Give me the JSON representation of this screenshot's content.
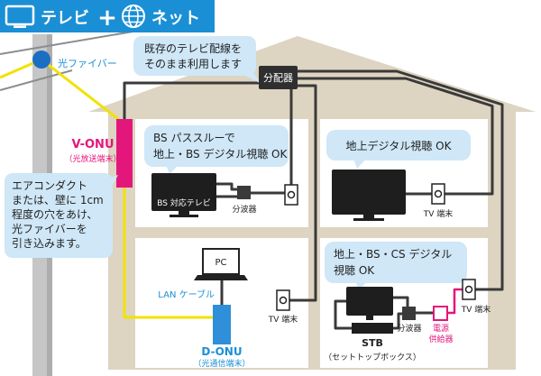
{
  "banner": {
    "tv": "テレビ",
    "plus": "+",
    "net": "ネット"
  },
  "fiber_label": "光ファイバー",
  "callout_existing": [
    "既存のテレビ配線を",
    "そのまま利用します"
  ],
  "distributor": "分配器",
  "v_onu": {
    "name": "V-ONU",
    "desc": "（光放送端末）"
  },
  "callout_duct": [
    "エアコンダクト",
    "または、壁に 1cm",
    "程度の穴をあけ、",
    "光ファイバーを",
    "引き込みます。"
  ],
  "rooms": {
    "top_left": {
      "callout": [
        "BS パススルーで",
        "地上・BS デジタル視聴 OK"
      ],
      "tv_label": "BS 対応テレビ",
      "splitter_label": "分波器"
    },
    "top_right": {
      "callout": [
        "地上デジタル視聴 OK"
      ],
      "terminal_label": "TV 端末"
    },
    "bottom_left": {
      "pc_label": "PC",
      "lan_label": "LAN ケーブル",
      "d_onu": {
        "name": "D-ONU",
        "desc": "（光通信端末）"
      },
      "terminal_label": "TV 端末"
    },
    "bottom_right": {
      "callout": [
        "地上・BS・CS デジタル",
        "視聴 OK"
      ],
      "stb": {
        "name": "STB",
        "desc": "（セットトップボックス）"
      },
      "splitter_label": "分波器",
      "power_supply": [
        "電源",
        "供給器"
      ],
      "terminal_label": "TV 端末"
    }
  },
  "colors": {
    "accent": "#1b8fd5",
    "callout": "#cfe7f7",
    "house": "#ddd4c2",
    "fiber": "#f2e200",
    "pink": "#e3177b",
    "cable": "#3a3a3a",
    "donu": "#2f8fd9",
    "pole": "#c6c6c6",
    "device": "#1e1e1e"
  }
}
